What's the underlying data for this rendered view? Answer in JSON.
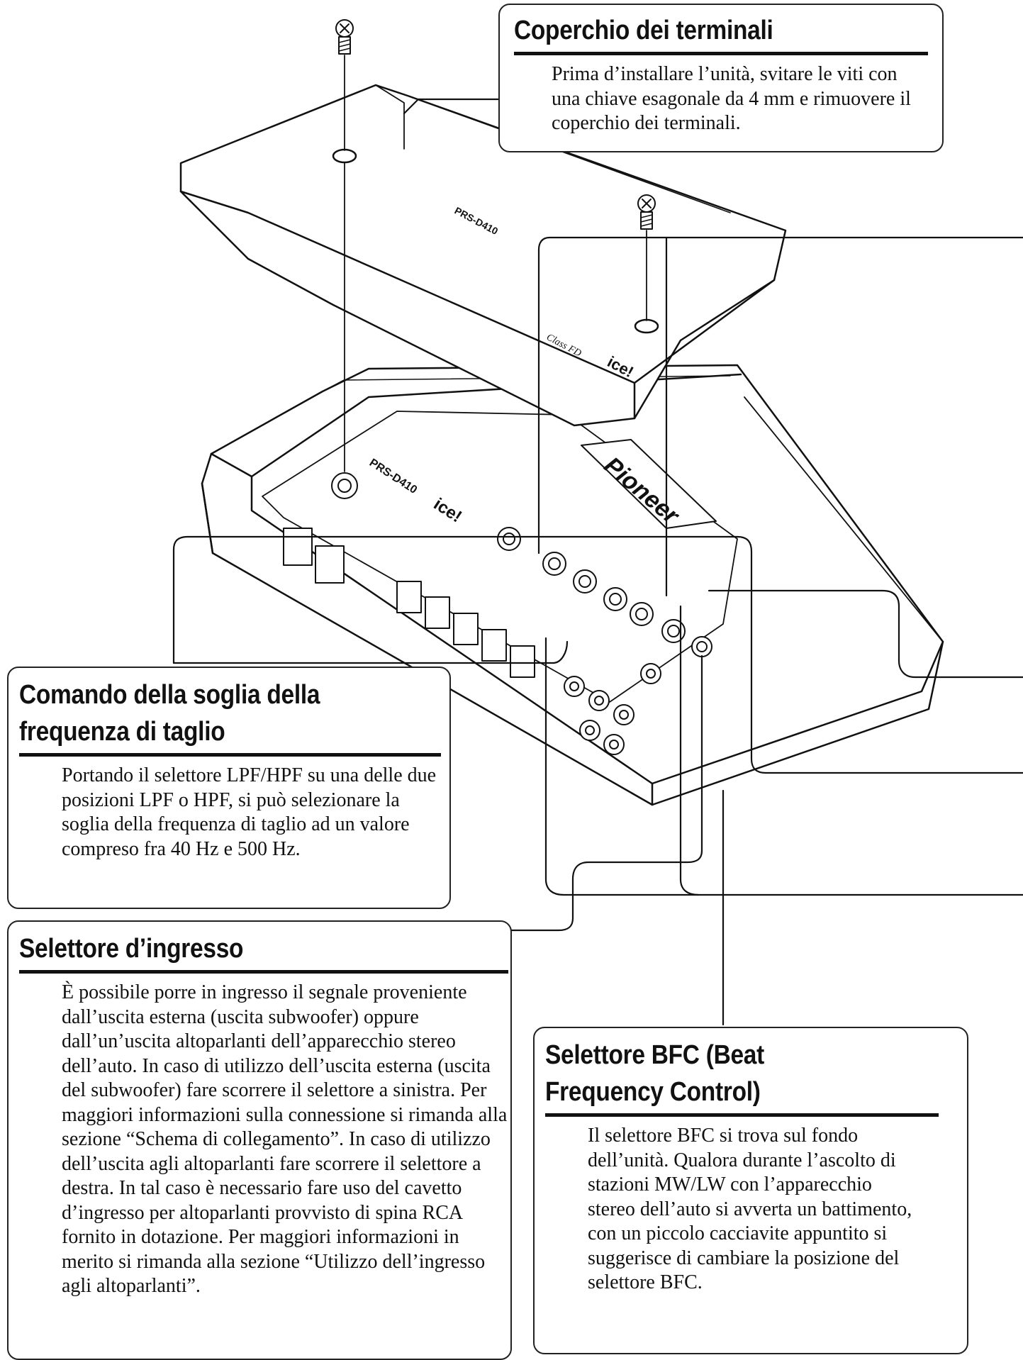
{
  "device": {
    "model": "PRS-D410",
    "brand": "Pioneer",
    "badge_class": "Class FD",
    "badge_ice": "ice!"
  },
  "callouts": {
    "cover": {
      "title": "Coperchio dei terminali",
      "body": "Prima d’installare l’unità, svitare le viti con una chiave esagonale da 4 mm e rimuovere il coperchio dei terminali."
    },
    "cutoff": {
      "title_line1": "Comando della soglia della",
      "title_line2": "frequenza di taglio",
      "body": "Portando il selettore LPF/HPF su una delle due posizioni LPF o HPF, si può selezionare la soglia della frequenza di taglio ad un valore compreso fra 40 Hz e 500 Hz."
    },
    "input": {
      "title": "Selettore d’ingresso",
      "body": "È possibile porre in ingresso il segnale proveniente dall’uscita esterna (uscita subwoofer) oppure dall’un’uscita altoparlanti dell’apparecchio stereo dell’auto. In caso di utilizzo dell’uscita esterna (uscita del subwoofer) fare scorrere il selettore a sinistra. Per maggiori informazioni sulla connessione si rimanda alla sezione “Schema di collegamento”. In caso di utilizzo dell’uscita agli altoparlanti fare scorrere il selettore a destra. In tal caso è necessario fare uso del cavetto d’ingresso per altoparlanti provvisto di spina RCA fornito in dotazione. Per maggiori informazioni in merito si rimanda alla sezione “Utilizzo dell’ingresso agli altoparlanti”."
    },
    "bfc": {
      "title_line1": "Selettore BFC (Beat",
      "title_line2": "Frequency Control)",
      "body": "Il selettore BFC si trova sul fondo dell’unità. Qualora durante l’ascolto di stazioni MW/LW con l’apparecchio stereo dell’auto si avverta un battimento, con un piccolo cacciavite appuntito si suggerisce di cambiare la posizione del selettore BFC."
    }
  }
}
